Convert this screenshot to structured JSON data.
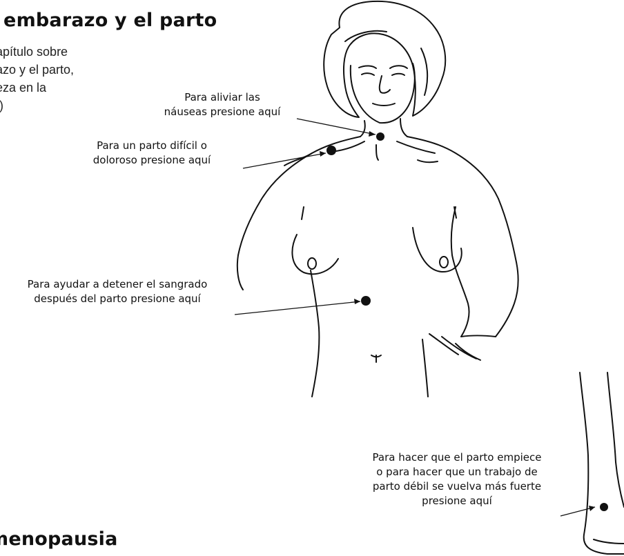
{
  "section_heading": "l embarazo y el parto",
  "intro_lines": [
    "apítulo sobre",
    "azo y el parto,",
    "eza en la",
    ".)"
  ],
  "labels": {
    "nausea": [
      "Para aliviar las",
      "náuseas presione aquí"
    ],
    "difficult_birth": [
      "Para un parto difícil o",
      "doloroso presione aquí"
    ],
    "bleeding": [
      "Para ayudar a detener el sangrado",
      "después del parto presione aquí"
    ],
    "start_labor": [
      "Para hacer que el parto empiece",
      "o para hacer que un trabajo de",
      "parto débil se vuelva más fuerte",
      "presione aquí"
    ]
  },
  "next_heading": "menopausia"
}
